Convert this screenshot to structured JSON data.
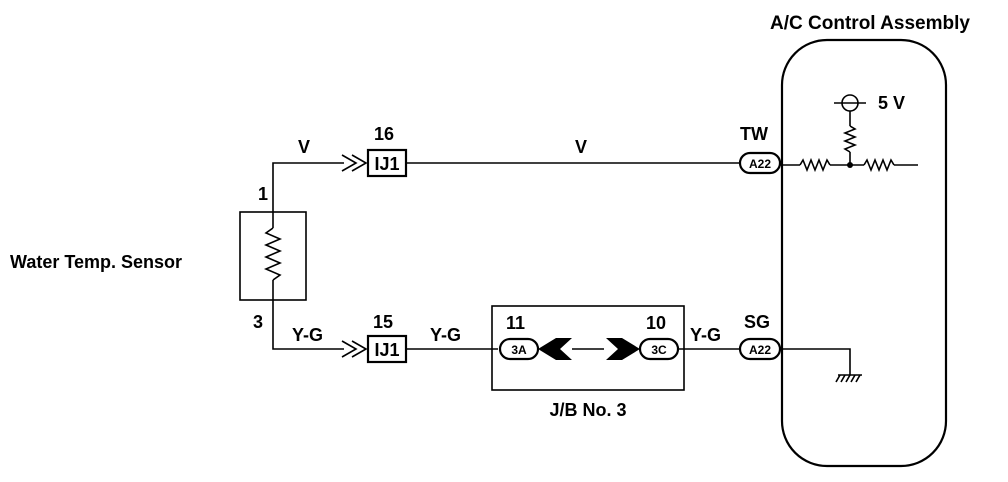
{
  "title": "A/C Control Assembly",
  "sensor": {
    "name": "Water Temp. Sensor",
    "pin_top": "1",
    "pin_bottom": "3"
  },
  "wires": {
    "top_left": "V",
    "top_mid": "V",
    "bottom_left": "Y-G",
    "bottom_mid": "Y-G",
    "bottom_right": "Y-G"
  },
  "connectors": {
    "ij1_top": {
      "label": "IJ1",
      "pin": "16"
    },
    "ij1_bottom": {
      "label": "IJ1",
      "pin": "15"
    },
    "a22_top": {
      "label": "A22",
      "terminal": "TW"
    },
    "a22_bottom": {
      "label": "A22",
      "terminal": "SG"
    },
    "jb_3a": {
      "label": "3A",
      "pin": "11"
    },
    "jb_3c": {
      "label": "3C",
      "pin": "10"
    }
  },
  "junction_block": {
    "name": "J/B No. 3"
  },
  "supply": {
    "label": "5 V"
  },
  "icons": [
    "resistor-icon",
    "ground-icon",
    "power-supply-icon",
    "connector-arrow-icon"
  ]
}
